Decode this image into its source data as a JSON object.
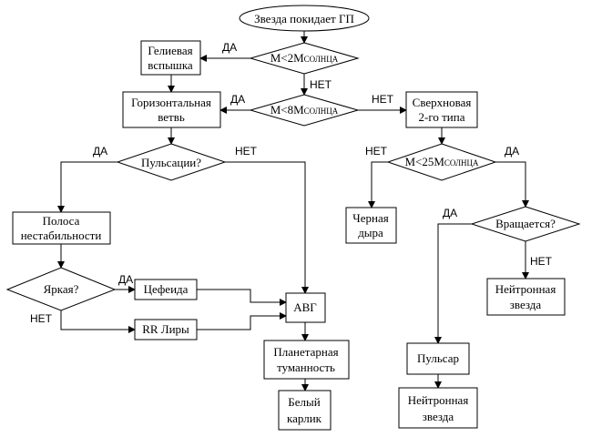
{
  "nodes": {
    "start": {
      "lines": [
        "Звезда покидает ГП"
      ]
    },
    "q_m2": {
      "prefix": "M<2M",
      "sub": "СОЛНЦА"
    },
    "helium_flash": {
      "lines": [
        "Гелиевая",
        "вспышка"
      ]
    },
    "q_m8": {
      "prefix": "M<8M",
      "sub": "СОЛНЦА"
    },
    "horizontal_branch": {
      "lines": [
        "Горизонтальная",
        "ветвь"
      ]
    },
    "supernova": {
      "lines": [
        "Сверхновая",
        "2-го типа"
      ]
    },
    "q_pulsations": {
      "lines": [
        "Пульсации?"
      ]
    },
    "q_m25": {
      "prefix": "M<25M",
      "sub": "СОЛНЦА"
    },
    "instability_strip": {
      "lines": [
        "Полоса",
        "нестабильности"
      ]
    },
    "black_hole": {
      "lines": [
        "Черная",
        "дыра"
      ]
    },
    "q_rotates": {
      "lines": [
        "Вращается?"
      ]
    },
    "q_bright": {
      "lines": [
        "Яркая?"
      ]
    },
    "cepheid": {
      "lines": [
        "Цефеида"
      ]
    },
    "rr_lyrae": {
      "lines": [
        "RR Лиры"
      ]
    },
    "agb": {
      "lines": [
        "АВГ"
      ]
    },
    "neutron_star_top": {
      "lines": [
        "Нейтронная",
        "звезда"
      ]
    },
    "planetary_nebula": {
      "lines": [
        "Планетарная",
        "туманность"
      ]
    },
    "pulsar": {
      "lines": [
        "Пульсар"
      ]
    },
    "white_dwarf": {
      "lines": [
        "Белый",
        "карлик"
      ]
    },
    "neutron_star_bottom": {
      "lines": [
        "Нейтронная",
        "звезда"
      ]
    }
  },
  "edge_labels": {
    "m2_yes": "ДА",
    "m2_no": "НЕТ",
    "m8_yes": "ДА",
    "m8_no": "НЕТ",
    "puls_yes": "ДА",
    "puls_no": "НЕТ",
    "m25_no": "НЕТ",
    "m25_yes": "ДА",
    "rot_yes": "ДА",
    "rot_no": "НЕТ",
    "bright_yes": "ДА",
    "bright_no": "НЕТ"
  }
}
